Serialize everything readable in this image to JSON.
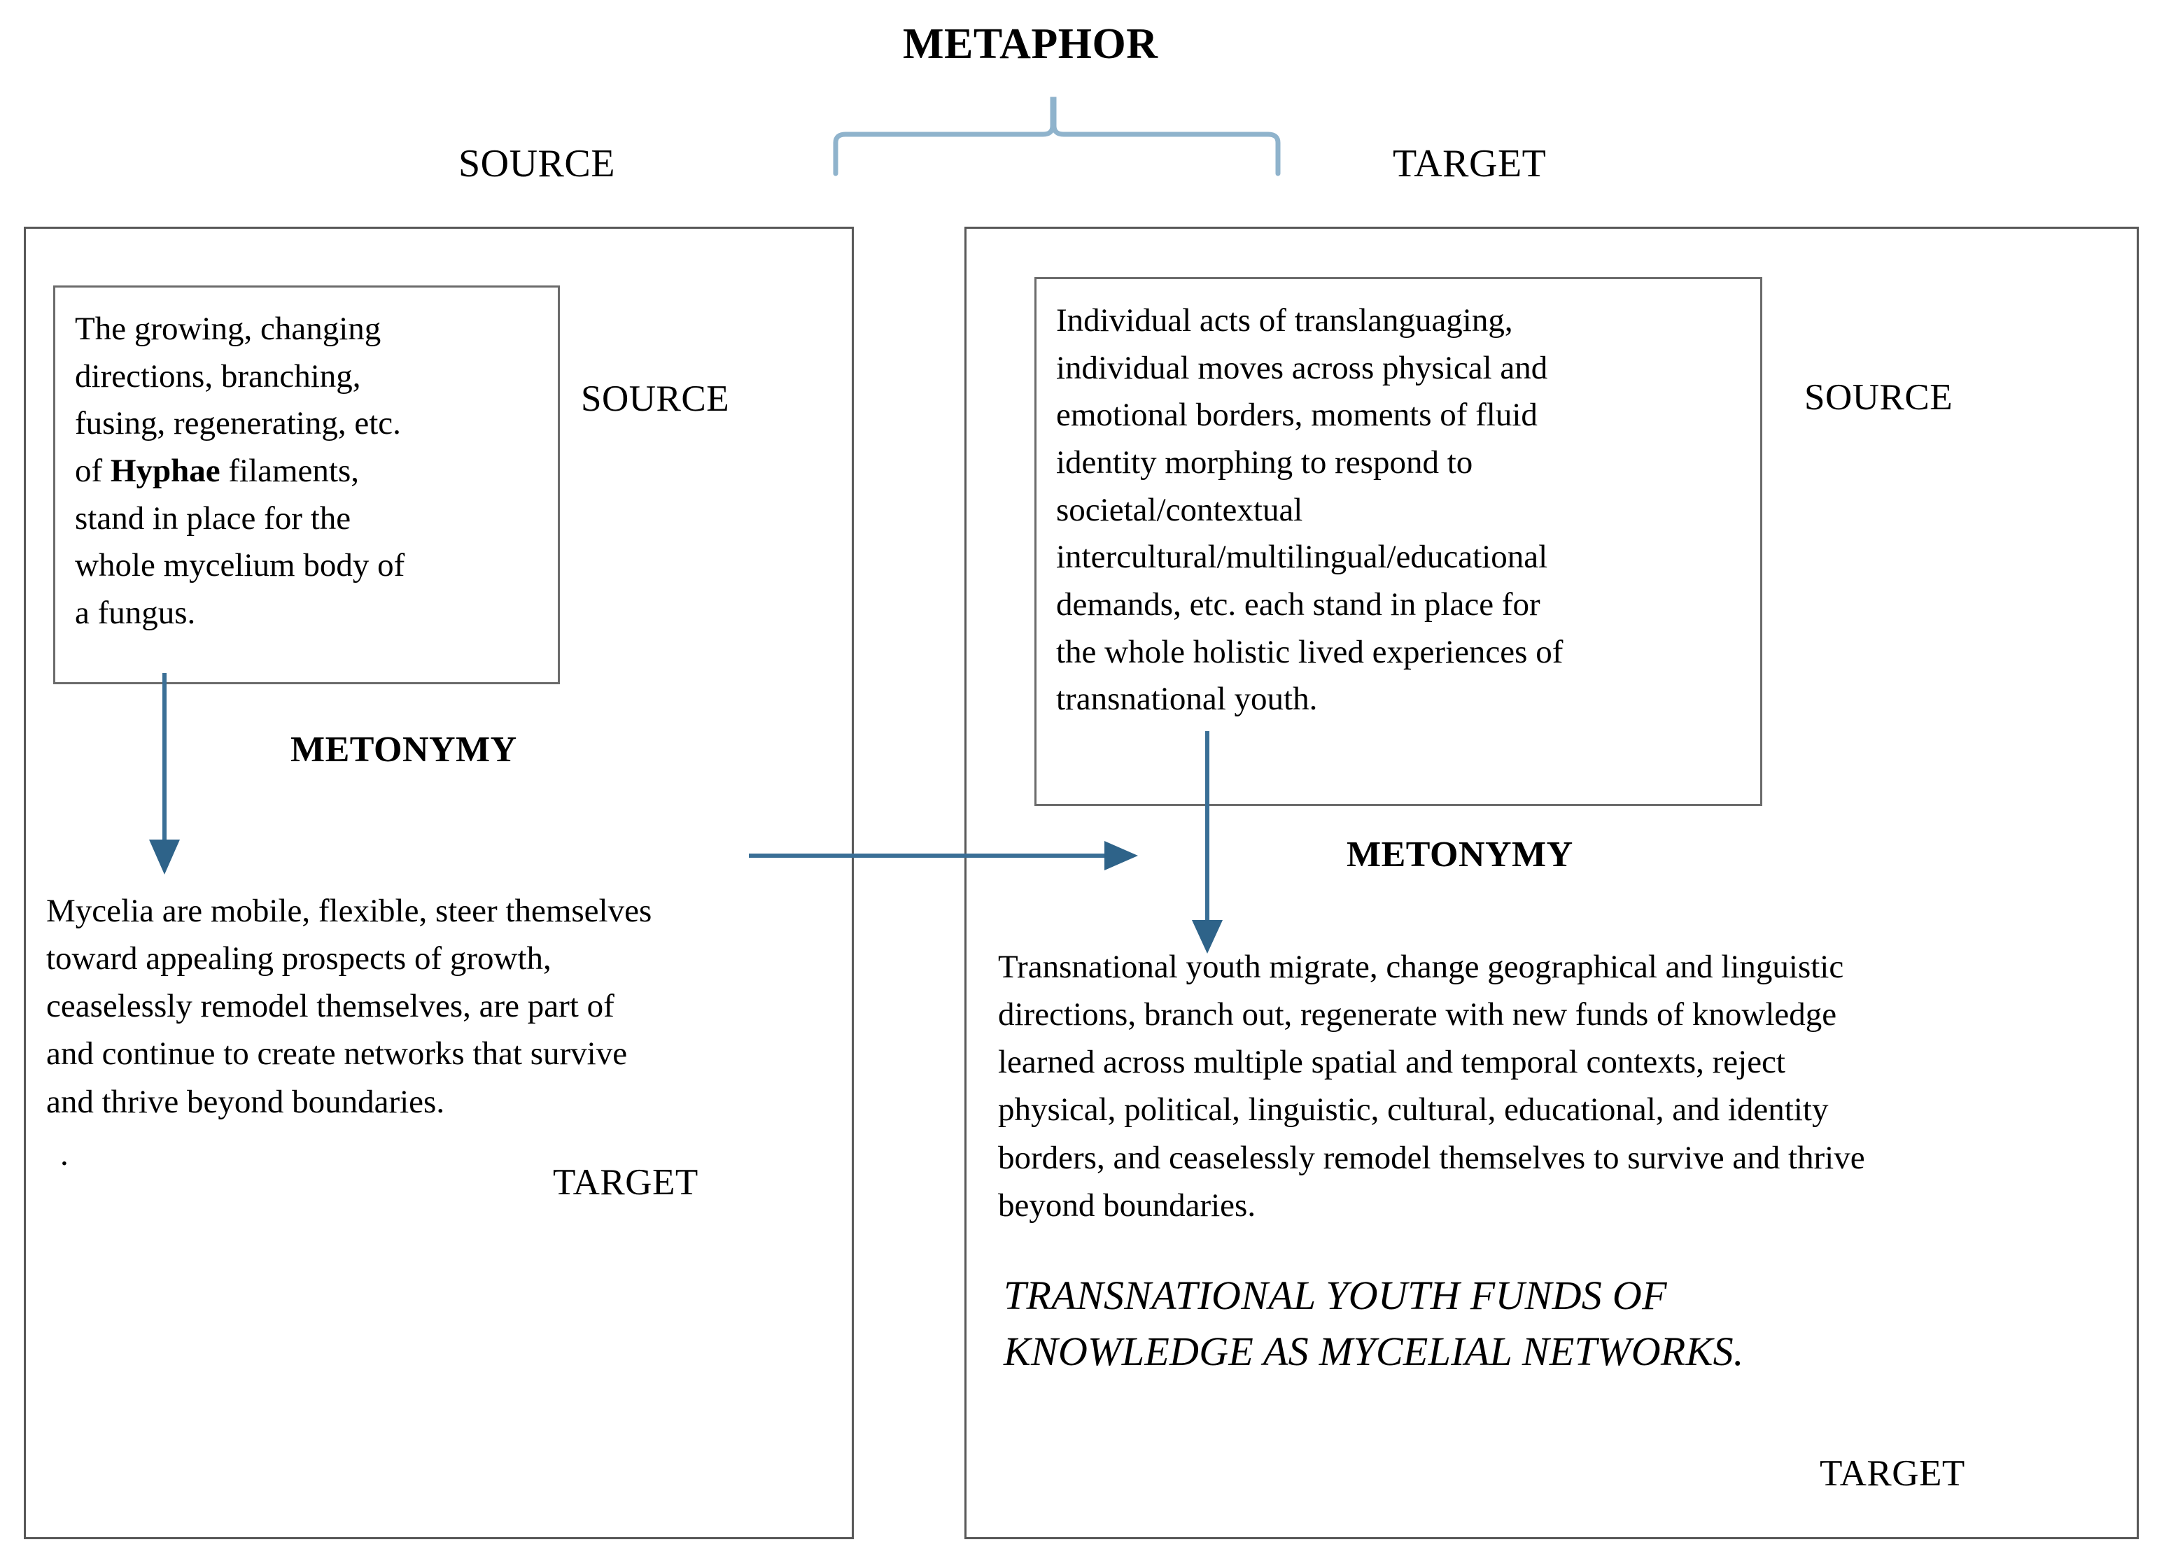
{
  "diagram": {
    "title": "METAPHOR",
    "top_labels": {
      "source": "SOURCE",
      "target": "TARGET"
    },
    "colors": {
      "brace": "#8fb3cc",
      "arrow": "#3a6f96",
      "outer_border": "#585858",
      "inner_border": "#6b6b6b",
      "text": "#000000",
      "background": "#ffffff"
    },
    "left_panel": {
      "panel_name": "SOURCE",
      "inner_box": {
        "text_before_bold": "The growing, changing\ndirections, branching,\nfusing, regenerating, etc.\nof ",
        "bold_term": "Hyphae",
        "text_after_bold": " filaments,\nstand in place for the\nwhole mycelium body of\na fungus."
      },
      "side_caption": "SOURCE",
      "relation_label": "METONYMY",
      "body_text": "Mycelia are mobile, flexible, steer themselves\ntoward appealing prospects of growth,\nceaselessly remodel themselves, are part of\nand continue to create networks that survive\nand thrive beyond boundaries.",
      "trailing_mark": ".",
      "bottom_caption": "TARGET"
    },
    "right_panel": {
      "panel_name": "TARGET",
      "inner_box": {
        "text": "Individual acts of translanguaging,\nindividual moves across physical and\nemotional borders, moments of fluid\nidentity morphing to respond to\nsocietal/contextual\nintercultural/multilingual/educational\ndemands, etc. each stand in place for\nthe whole holistic lived experiences of\ntransnational youth."
      },
      "side_caption": "SOURCE",
      "relation_label": "METONYMY",
      "body_text": "Transnational youth migrate, change geographical and linguistic\ndirections, branch out, regenerate with new funds of knowledge\nlearned across multiple spatial and temporal contexts, reject\nphysical, political, linguistic, cultural, educational, and identity\nborders, and ceaselessly remodel themselves to survive and thrive\nbeyond boundaries.",
      "conclusion": "TRANSNATIONAL YOUTH FUNDS OF\nKNOWLEDGE AS MYCELIAL NETWORKS.",
      "bottom_caption": "TARGET"
    },
    "connectors": {
      "left_down_arrow": "down-arrow",
      "right_down_arrow": "down-arrow",
      "cross_arrow": "right-arrow",
      "top_brace": "curly-brace"
    }
  }
}
